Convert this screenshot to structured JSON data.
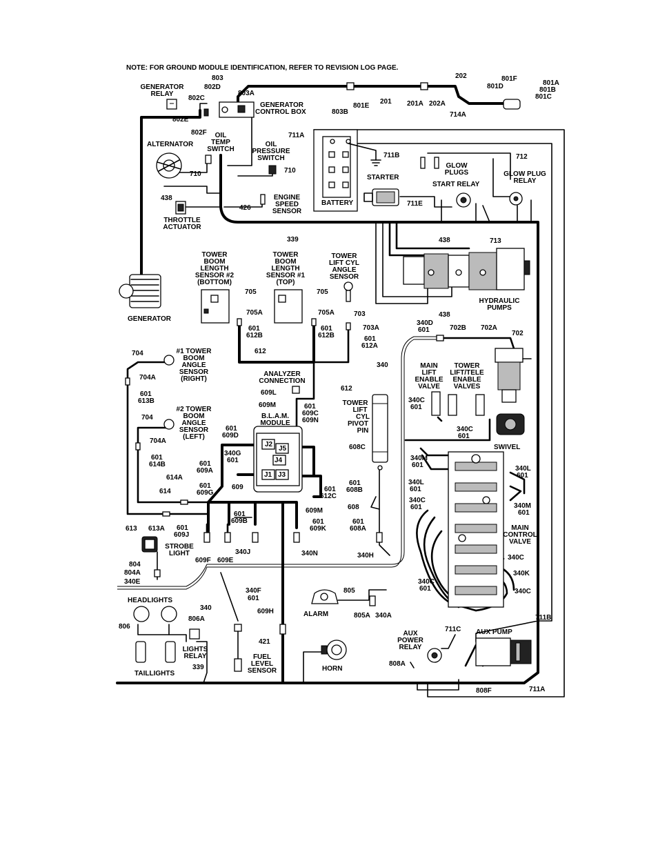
{
  "note": "NOTE:  FOR GROUND MODULE IDENTIFICATION, REFER TO REVISION LOG PAGE.",
  "components": {
    "generator_relay": [
      "GENERATOR",
      "RELAY"
    ],
    "generator_control_box": [
      "GENERATOR",
      "CONTROL BOX"
    ],
    "alternator": "ALTERNATOR",
    "oil_temp_switch": [
      "OIL",
      "TEMP",
      "SWITCH"
    ],
    "oil_pressure_switch": [
      "OIL",
      "PRESSURE",
      "SWITCH"
    ],
    "engine_speed_sensor": [
      "ENGINE",
      "SPEED",
      "SENSOR"
    ],
    "throttle_actuator": [
      "THROTTLE",
      "ACTUATOR"
    ],
    "battery": "BATTERY",
    "starter": "STARTER",
    "glow_plugs": [
      "GLOW",
      "PLUGS"
    ],
    "glow_plug_relay": [
      "GLOW PLUG",
      "RELAY"
    ],
    "start_relay": "START RELAY",
    "hydraulic_pumps": [
      "HYDRAULIC",
      "PUMPS"
    ],
    "generator": "GENERATOR",
    "tower_boom_length_sensor_2": [
      "TOWER",
      "BOOM",
      "LENGTH",
      "SENSOR #2",
      "(BOTTOM)"
    ],
    "tower_boom_length_sensor_1": [
      "TOWER",
      "BOOM",
      "LENGTH",
      "SENSOR #1",
      "(TOP)"
    ],
    "tower_lift_cyl_angle_sensor": [
      "TOWER",
      "LIFT CYL",
      "ANGLE",
      "SENSOR"
    ],
    "tower_boom_angle_sensor_1": [
      "#1 TOWER",
      "BOOM",
      "ANGLE",
      "SENSOR",
      "(RIGHT)"
    ],
    "tower_boom_angle_sensor_2": [
      "#2 TOWER",
      "BOOM",
      "ANGLE",
      "SENSOR",
      "(LEFT)"
    ],
    "analyzer_connection": [
      "ANALYZER",
      "CONNECTION"
    ],
    "blam_module": [
      "B.L.A.M.",
      "MODULE"
    ],
    "tower_lift_cyl_pivot_pin": [
      "TOWER",
      "LIFT",
      "CYL",
      "PIVOT",
      "PIN"
    ],
    "main_lift_enable_valve": [
      "MAIN",
      "LIFT",
      "ENABLE",
      "VALVE"
    ],
    "tower_lift_tele_enable_valves": [
      "TOWER",
      "LIFT/TELE",
      "ENABLE",
      "VALVES"
    ],
    "swivel": "SWIVEL",
    "main_control_valve": [
      "MAIN",
      "CONTROL",
      "VALVE"
    ],
    "strobe_light": [
      "STROBE",
      "LIGHT"
    ],
    "headlights": "HEADLIGHTS",
    "taillights": "TAILLIGHTS",
    "lights_relay": [
      "LIGHTS",
      "RELAY"
    ],
    "fuel_level_sensor": [
      "FUEL",
      "LEVEL",
      "SENSOR"
    ],
    "alarm": "ALARM",
    "horn": "HORN",
    "aux_power_relay": [
      "AUX",
      "POWER",
      "RELAY"
    ],
    "aux_pump": "AUX PUMP"
  },
  "connectors": [
    "J2",
    "J5",
    "J4",
    "J1",
    "J3"
  ],
  "wire_labels": {
    "w803": "803",
    "w802D": "802D",
    "w803A": "803A",
    "w802C": "802C",
    "w802E": "802E",
    "w802F": "802F",
    "w803B": "803B",
    "w801E": "801E",
    "w201": "201",
    "w201A": "201A",
    "w202A": "202A",
    "w202": "202",
    "w801F": "801F",
    "w801D": "801D",
    "w801A": "801A",
    "w801B": "801B",
    "w801C": "801C",
    "w714A": "714A",
    "w711A": "711A",
    "w711B_top": "711B",
    "w712": "712",
    "w710a": "710",
    "w710b": "710",
    "w438a": "438",
    "w426": "426",
    "w339a": "339",
    "w711E": "711E",
    "w713": "713",
    "w438b": "438",
    "w438c": "438",
    "w705a": "705",
    "w705A_a": "705A",
    "w601a": "601",
    "w612B_a": "612B",
    "w705b": "705",
    "w705A_b": "705A",
    "w601b": "601",
    "w612B_b": "612B",
    "w703": "703",
    "w703A": "703A",
    "w601c": "601",
    "w612A": "612A",
    "w340D": "340D",
    "w601d": "601",
    "w702B": "702B",
    "w702A": "702A",
    "w702": "702",
    "w612a": "612",
    "w612b": "612",
    "w340": "340",
    "w704a": "704",
    "w704A_a": "704A",
    "w601e": "601",
    "w613B": "613B",
    "w609L": "609L",
    "w609M_a": "609M",
    "w601f": "601",
    "w609C": "609C",
    "w609N": "609N",
    "w340C_a": "340C",
    "w601g": "601",
    "w340C_b": "340C",
    "w601h": "601",
    "w704b": "704",
    "w704A_b": "704A",
    "w601i": "601",
    "w614B": "614B",
    "w601j": "601",
    "w609D": "609D",
    "w340G": "340G",
    "w601k": "601",
    "w601l": "601",
    "w609A": "609A",
    "w608C": "608C",
    "w340M_a": "340M",
    "w601m": "601",
    "w340L_a": "340L",
    "w601n": "601",
    "w340L_b": "340L",
    "w601o": "601",
    "w340M_b": "340M",
    "w601p": "601",
    "w340C_c": "340C",
    "w601q": "601",
    "w614A": "614A",
    "w614": "614",
    "w601r": "601",
    "w609G": "609G",
    "w609": "609",
    "w601s": "601",
    "w612C": "612C",
    "w601t": "601",
    "w608B": "608B",
    "w608": "608",
    "w613": "613",
    "w613A": "613A",
    "w601u": "601",
    "w609J": "609J",
    "w601v": "601",
    "w609B": "609B",
    "w609M_b": "609M",
    "w601w": "601",
    "w609K": "609K",
    "w601x": "601",
    "w608A": "608A",
    "w340J": "340J",
    "w609F": "609F",
    "w609E": "609E",
    "w340N": "340N",
    "w340H": "340H",
    "w340C_d": "340C",
    "w340K": "340K",
    "w340C_e": "340C",
    "w340C_f": "340C",
    "w601y": "601",
    "w804": "804",
    "w804A": "804A",
    "w340E": "340E",
    "w340b": "340",
    "w806": "806",
    "w806A": "806A",
    "w339b": "339",
    "w340F": "340F",
    "w601z": "601",
    "w609H": "609H",
    "w421": "421",
    "w805": "805",
    "w805A": "805A",
    "w340A": "340A",
    "w711B_bot": "711B",
    "w711C": "711C",
    "w808A": "808A",
    "w808F": "808F",
    "w711A_bot": "711A"
  }
}
